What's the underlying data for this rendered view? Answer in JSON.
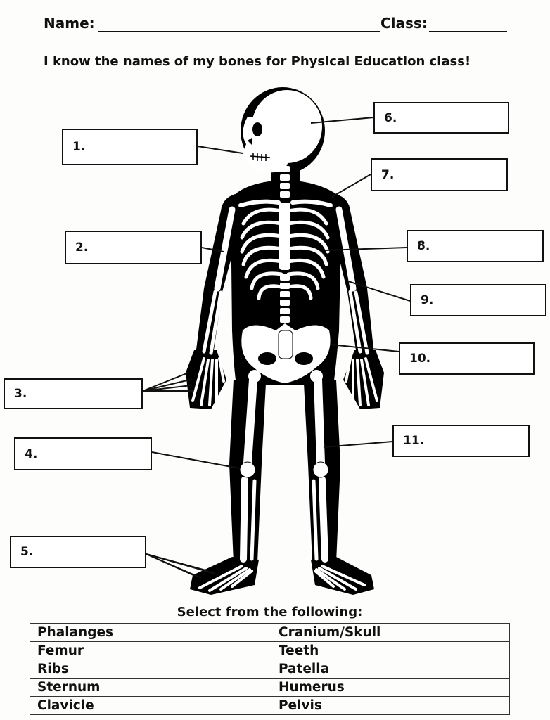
{
  "header": {
    "name_label": "Name:",
    "class_label": "Class:"
  },
  "instruction": "I know the names of my bones for Physical Education class!",
  "answer_boxes": [
    {
      "number": "1."
    },
    {
      "number": "2."
    },
    {
      "number": "3."
    },
    {
      "number": "4."
    },
    {
      "number": "5."
    },
    {
      "number": "6."
    },
    {
      "number": "7."
    },
    {
      "number": "8."
    },
    {
      "number": "9."
    },
    {
      "number": "10."
    },
    {
      "number": "11."
    }
  ],
  "word_bank": {
    "title": "Select from the following:",
    "rows": [
      [
        "Phalanges",
        "Cranium/Skull"
      ],
      [
        "Femur",
        "Teeth"
      ],
      [
        "Ribs",
        "Patella"
      ],
      [
        "Sternum",
        "Humerus"
      ],
      [
        "Clavicle",
        "Pelvis"
      ]
    ]
  },
  "colors": {
    "ink": "#111111",
    "paper": "#fdfdfb"
  }
}
